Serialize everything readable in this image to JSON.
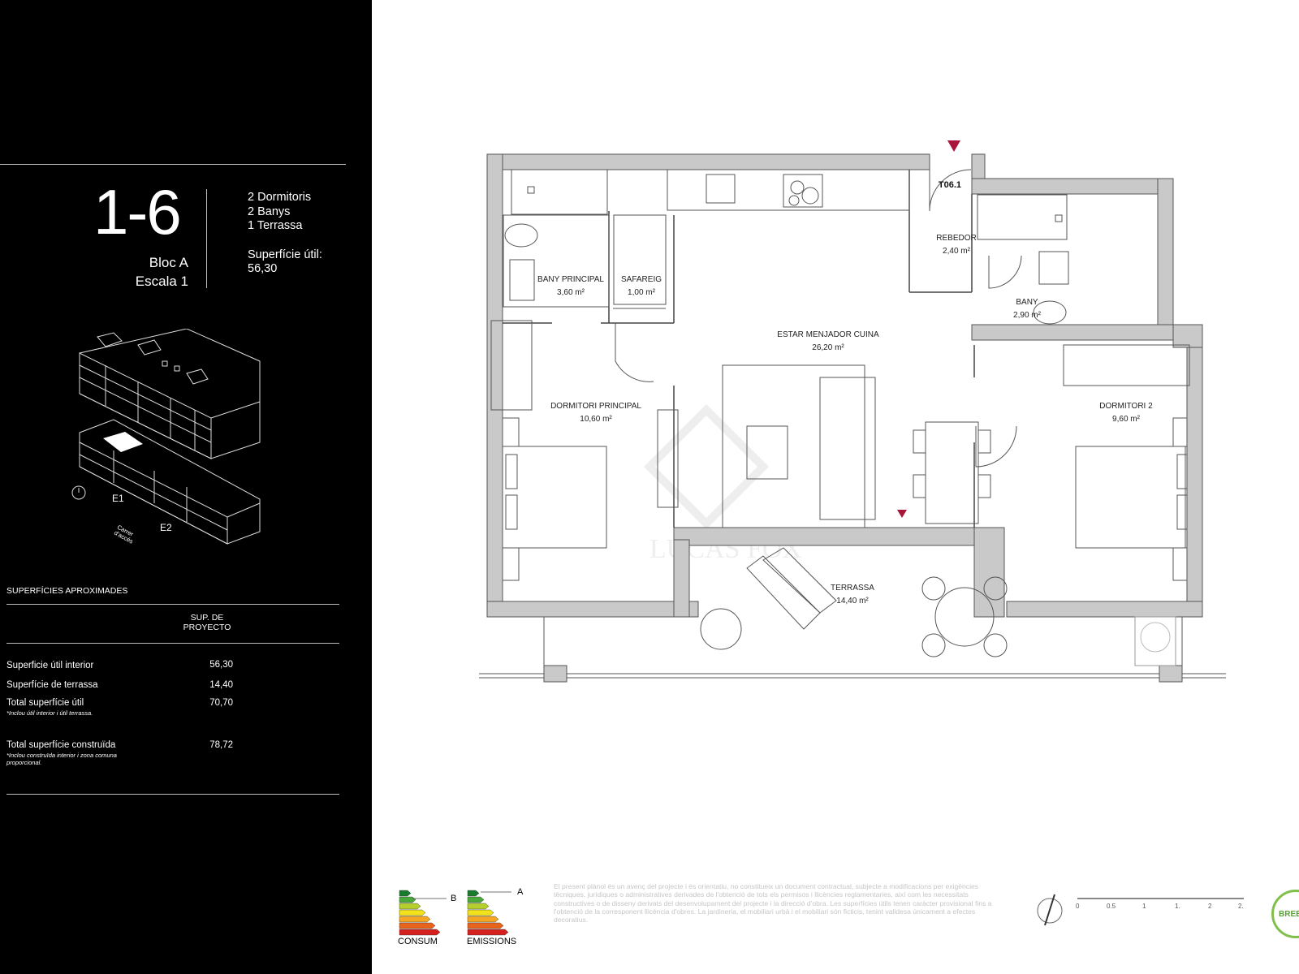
{
  "unit": {
    "number": "1-6",
    "bloc": "Bloc A",
    "escala": "Escala 1",
    "rooms": [
      "2 Dormitoris",
      "2 Banys",
      "1 Terrassa"
    ],
    "surface_label": "Superfície útil:",
    "surface_value": "56,30"
  },
  "axon": {
    "e1": "E1",
    "e2": "E2",
    "street": "Carrer d'accés"
  },
  "table": {
    "title": "SUPERFÍCIES APROXIMADES",
    "col_header_1": "SUP. DE",
    "col_header_2": "PROYECTO",
    "rows": [
      {
        "label": "Superficie útil interior",
        "value": "56,30",
        "note": ""
      },
      {
        "label": "Superfície de terrassa",
        "value": "14,40",
        "note": ""
      },
      {
        "label": "Total superfície útil",
        "value": "70,70",
        "note": "*Inclou útil interior i útil terrassa."
      },
      {
        "label": "Total superfície construïda",
        "value": "78,72",
        "note": "*Inclou construïda interior i zona comuna proporcional."
      }
    ]
  },
  "plan": {
    "entry_code": "T06.1",
    "rooms": [
      {
        "name": "BANY PRINCIPAL",
        "area": "3,60 m²"
      },
      {
        "name": "SAFAREIG",
        "area": "1,00 m²"
      },
      {
        "name": "REBEDOR",
        "area": "2,40 m²"
      },
      {
        "name": "BANY",
        "area": "2,90 m²"
      },
      {
        "name": "ESTAR MENJADOR CUINA",
        "area": "26,20 m²"
      },
      {
        "name": "DORMITORI PRINCIPAL",
        "area": "10,60 m²"
      },
      {
        "name": "DORMITORI 2",
        "area": "9,60 m²"
      },
      {
        "name": "TERRASSA",
        "area": "14,40 m²"
      }
    ],
    "watermark": "LUCAS FOX"
  },
  "energy": {
    "consum_label": "CONSUM",
    "consum_class": "B",
    "emissions_label": "EMISSIONS",
    "emissions_class": "A",
    "colors": [
      "#1a7a2e",
      "#4aa83a",
      "#b6cf2c",
      "#f2e21b",
      "#f5a623",
      "#e8641d",
      "#d4201f"
    ]
  },
  "disclaimer": "El present plànol és un avenç del projecte i és orientatiu, no constitueix un document contractual, subjecte a modificacions per exigències tècniques, jurídiques o administratives derivades de l'obtenció de tots els permisos i llicències reglamentaries, així com les necessitats constructives o de disseny derivats del desenvolupament del projecte i la direcció d'obra. Les superfícies útils tenen caràcter provisional fins a l'obtenció de la corresponent llicència d'obres. La jardineria, el mobiliari urbà i el mobiliari són ficticis, tenint validesa únicament a efectes decoratius.",
  "scale": {
    "ticks": [
      "0",
      "0.5",
      "1",
      "1.",
      "2",
      "2."
    ]
  },
  "breeam": "BREEAM"
}
